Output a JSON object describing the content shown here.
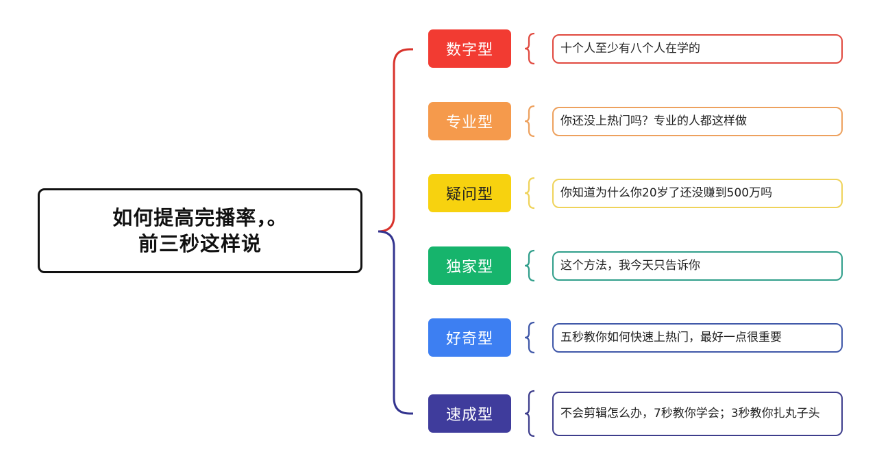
{
  "root": {
    "line1": "如何提高完播率，。",
    "line2": "前三秒这样说"
  },
  "colors": {
    "upper_branch": "#d8322b",
    "lower_branch": "#33348f"
  },
  "items": [
    {
      "label": "数字型",
      "text": "十个人至少有八个人在学的",
      "color": "#f23b32",
      "border": "#e0483e"
    },
    {
      "label": "专业型",
      "text": "你还没上热门吗？专业的人都这样做",
      "color": "#f59a4c",
      "border": "#eda15e"
    },
    {
      "label": "疑问型",
      "text": "你知道为什么你20岁了还没赚到500万吗",
      "color": "#f7d20f",
      "border": "#efd35a"
    },
    {
      "label": "独家型",
      "text": "这个方法，我今天只告诉你",
      "color": "#16b46c",
      "border": "#2f9e8a"
    },
    {
      "label": "好奇型",
      "text": "五秒教你如何快速上热门，最好一点很重要",
      "color": "#3d7ff2",
      "border": "#3f57a8"
    },
    {
      "label": "速成型",
      "text": "不会剪辑怎么办，7秒教你学会；3秒教你扎丸子头",
      "color": "#3f3c9c",
      "border": "#3d3d8c"
    }
  ]
}
